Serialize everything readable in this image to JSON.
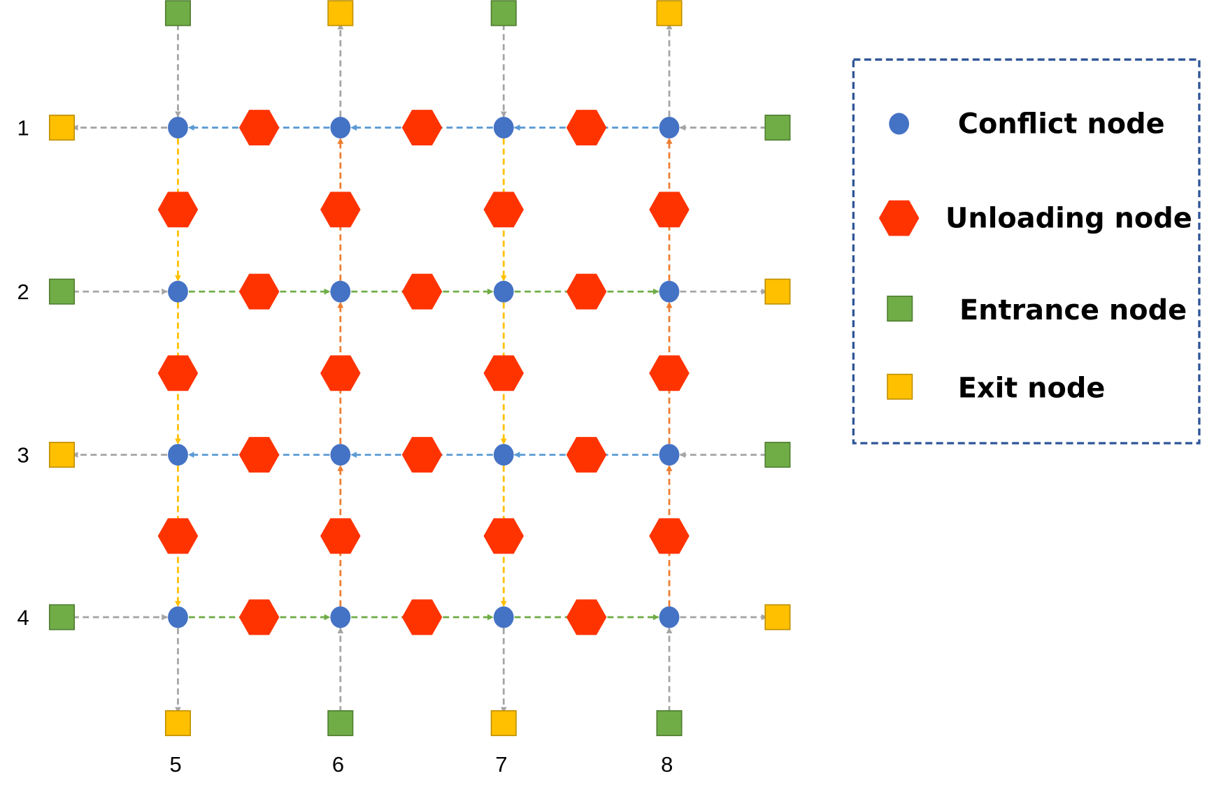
{
  "row_labels": [
    "1",
    "2",
    "3",
    "4"
  ],
  "column_labels": [
    "5",
    "6",
    "7",
    "8"
  ],
  "row_directions": [
    "left",
    "right",
    "left",
    "right"
  ],
  "column_directions": [
    "down",
    "up",
    "down",
    "up"
  ],
  "legend": {
    "items": [
      {
        "label": "Conflict node",
        "shape": "circle"
      },
      {
        "label": "Unloading node",
        "shape": "hexagon"
      },
      {
        "label": "Entrance node",
        "shape": "square-green"
      },
      {
        "label": "Exit node",
        "shape": "square-yellow"
      }
    ]
  },
  "colors": {
    "conflict": "#4472C4",
    "unloading": "#FF3300",
    "entrance": "#70AD47",
    "exit": "#FFC000",
    "leftward_arrow": "#5B9BD5",
    "rightward_arrow": "#70AD47",
    "downward_arrow": "#FFC000",
    "upward_arrow": "#ED7D31",
    "boundary_arrow": "#A5A5A5",
    "legend_border": "#2F5597"
  }
}
